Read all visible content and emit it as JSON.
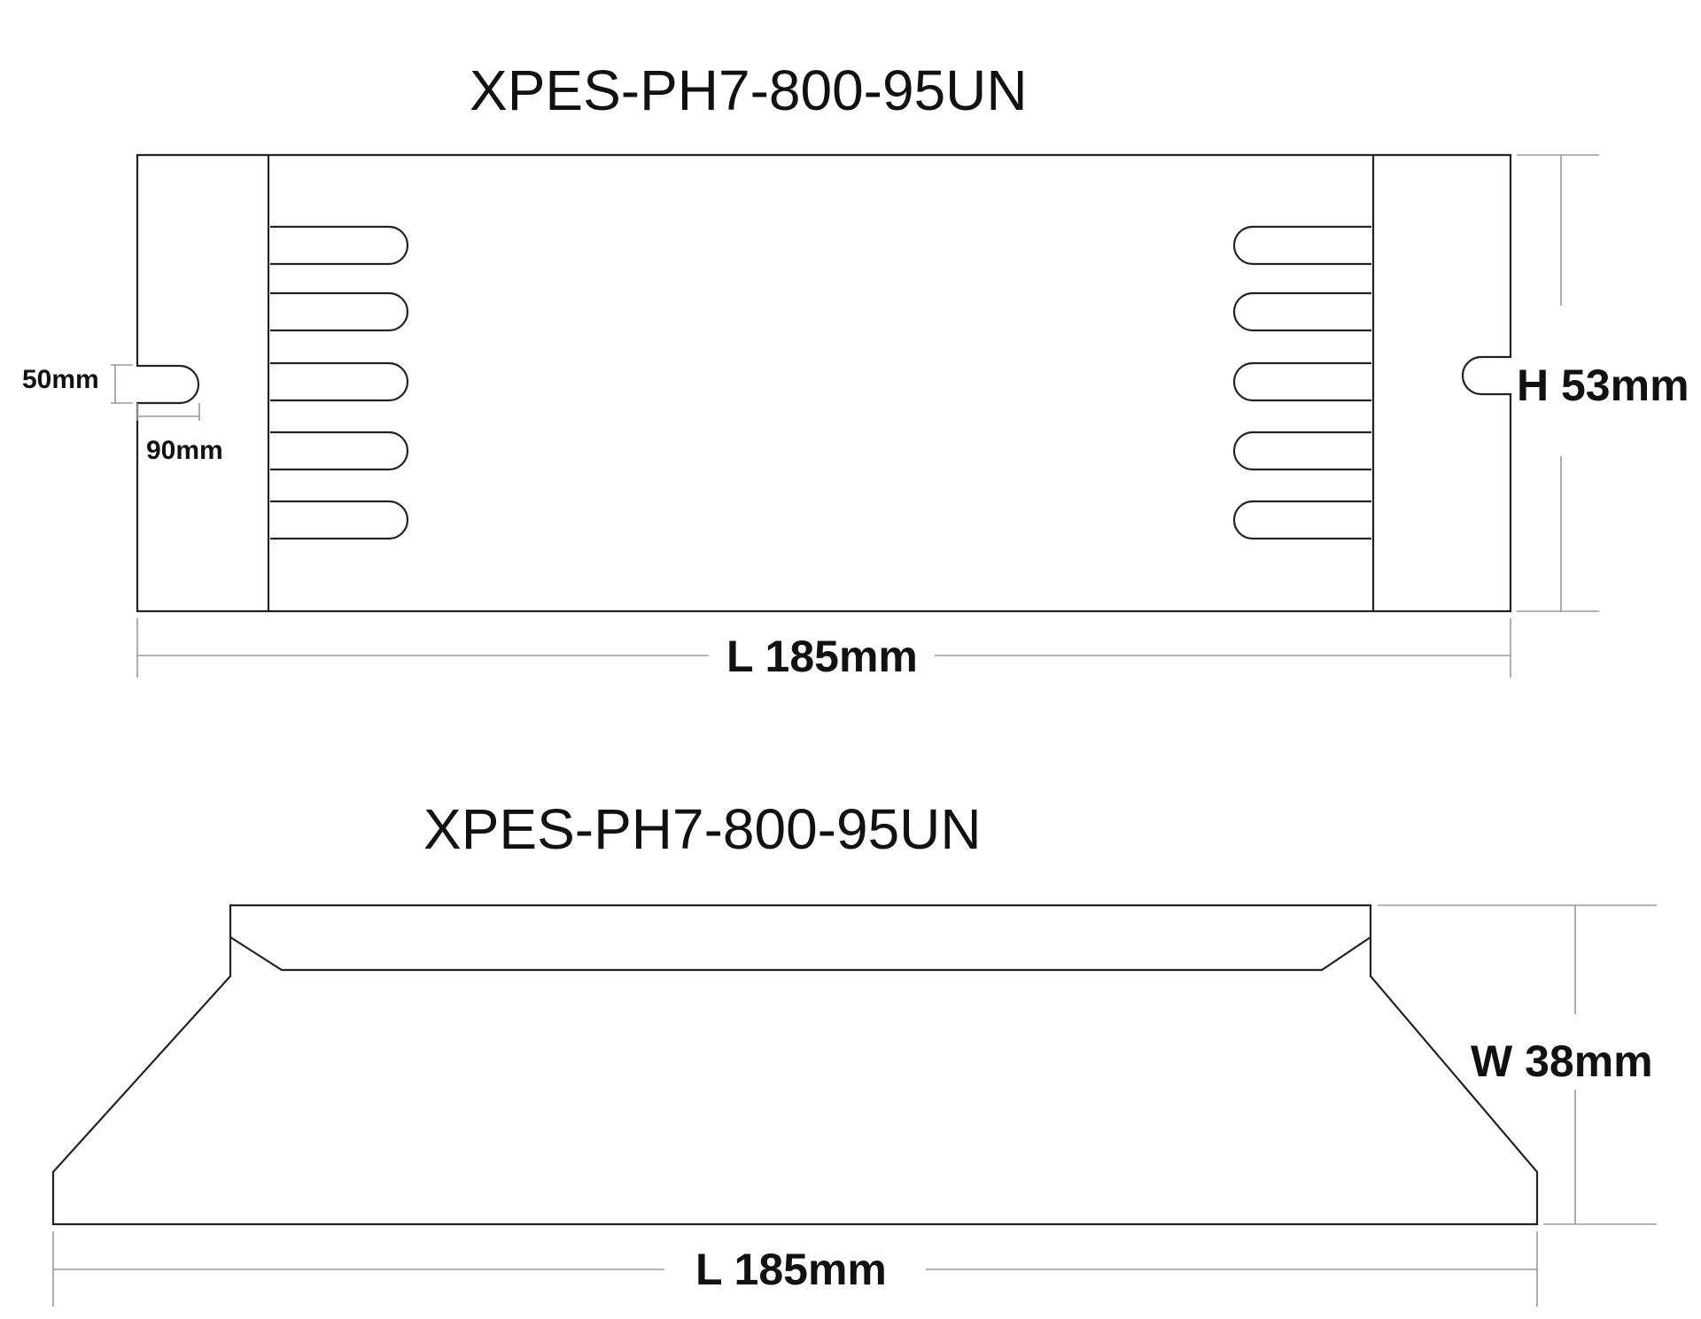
{
  "top_view": {
    "title": "XPES-PH7-800-95UN",
    "length_label": "L 185mm",
    "height_label": "H 53mm",
    "slot_width_label": "50mm",
    "slot_offset_label": "90mm"
  },
  "side_view": {
    "title": "XPES-PH7-800-95UN",
    "width_label": "W 38mm",
    "length_label": "L 185mm"
  }
}
